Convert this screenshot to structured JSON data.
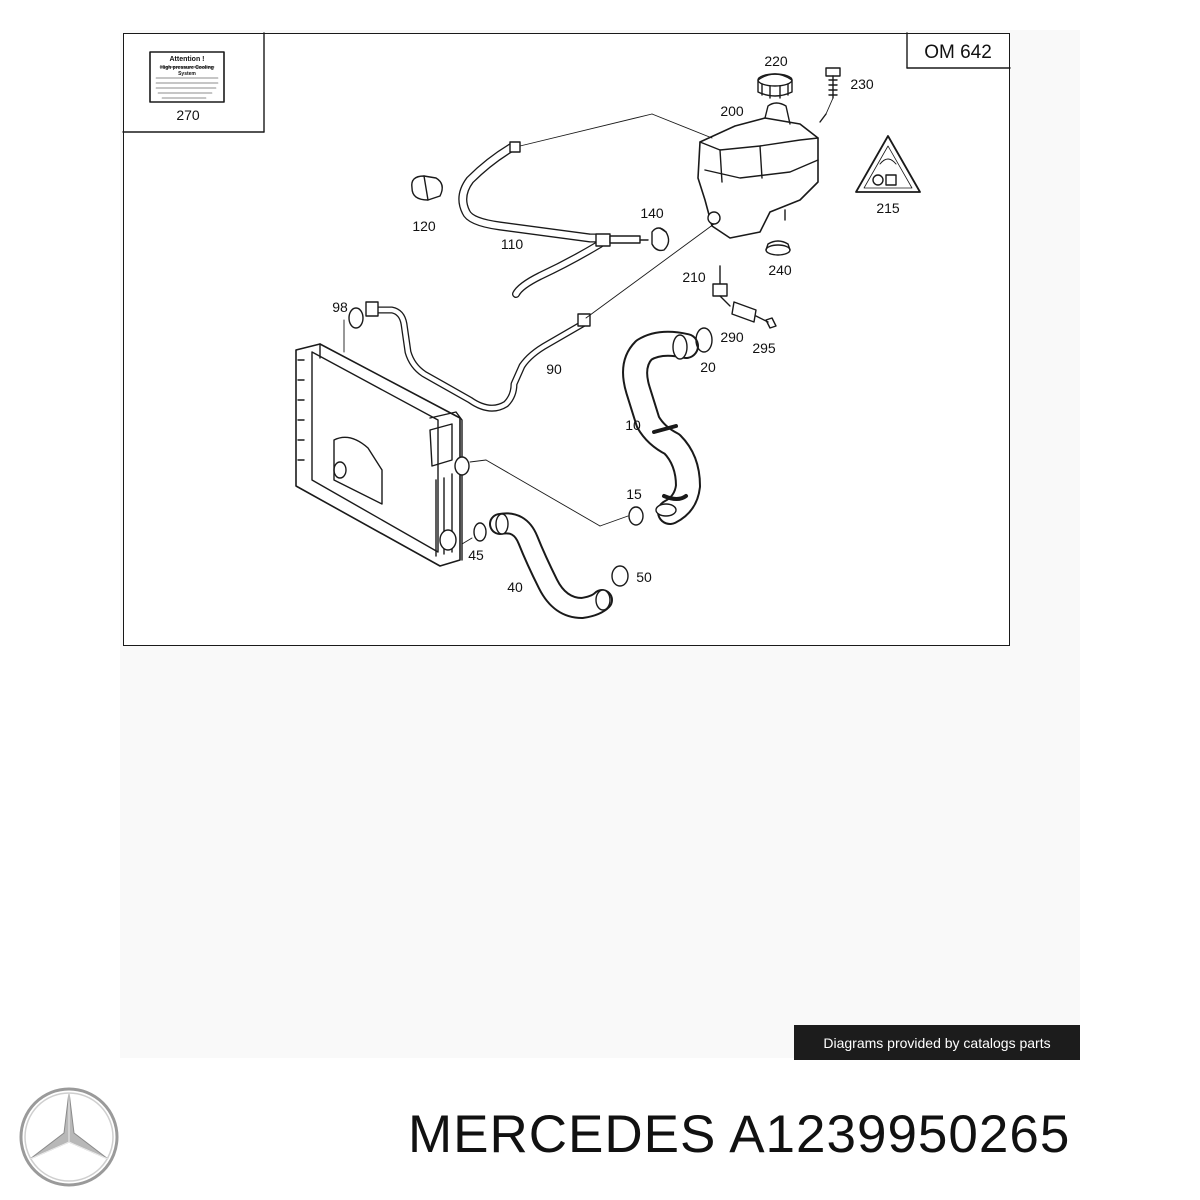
{
  "diagram": {
    "engine_code": "OM 642",
    "callouts": {
      "p270": "270",
      "p220": "220",
      "p230": "230",
      "p200": "200",
      "p215": "215",
      "p140": "140",
      "p120": "120",
      "p110": "110",
      "p210": "210",
      "p240": "240",
      "p98": "98",
      "p90": "90",
      "p290": "290",
      "p295": "295",
      "p20": "20",
      "p10": "10",
      "p15": "15",
      "p45": "45",
      "p40": "40",
      "p50": "50"
    },
    "warning_label": {
      "title": "Attention !",
      "line1": "High pressure Cooling",
      "line2": "System"
    }
  },
  "credit": "Diagrams provided by catalogs parts",
  "brand": {
    "name": "MERCEDES",
    "part_number": "A1239950265"
  },
  "colors": {
    "line": "#1a1a1a",
    "credit_bg": "#1c1c1c",
    "panel_bg": "#f9f9f9"
  }
}
